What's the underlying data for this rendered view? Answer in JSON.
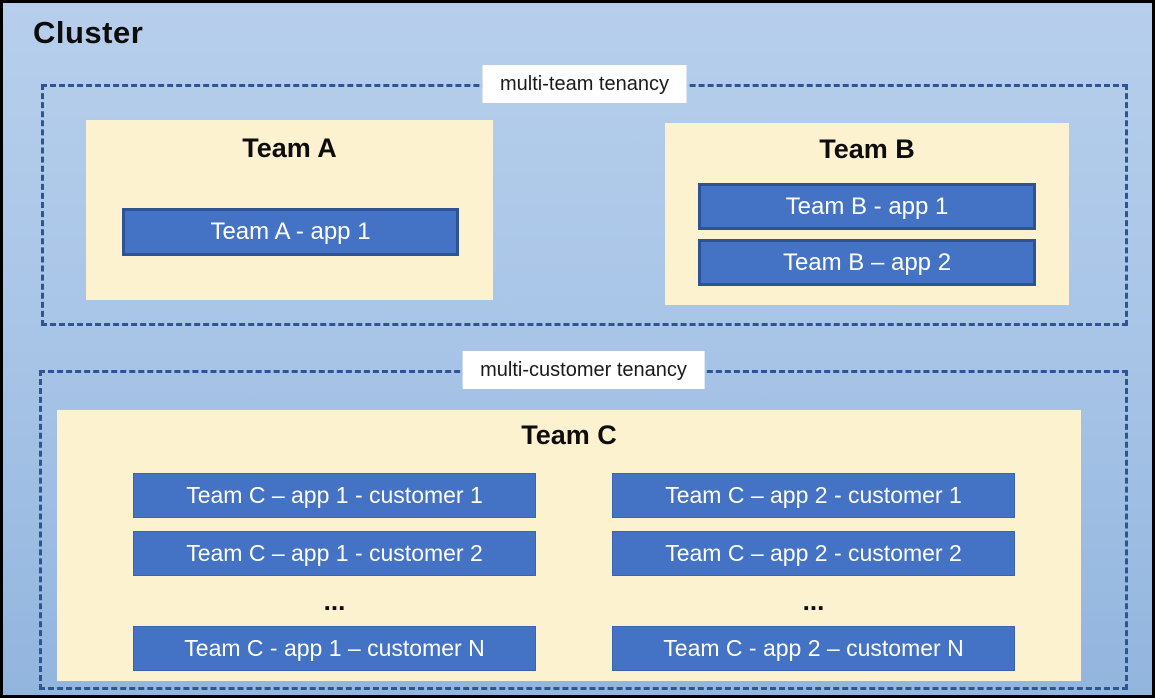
{
  "cluster": {
    "title": "Cluster",
    "sections": [
      {
        "label": "multi-team tenancy",
        "teams": [
          {
            "name": "Team A",
            "apps": [
              "Team A - app 1"
            ]
          },
          {
            "name": "Team B",
            "apps": [
              "Team B - app 1",
              "Team B – app 2"
            ]
          }
        ]
      },
      {
        "label": "multi-customer tenancy",
        "teams": [
          {
            "name": "Team C",
            "columns": [
              {
                "rows": [
                  "Team C – app 1 - customer 1",
                  "Team C – app 1 - customer 2"
                ],
                "ellipsis": "...",
                "last_row": "Team C - app 1 – customer N"
              },
              {
                "rows": [
                  "Team C – app 2 - customer 1",
                  "Team C – app 2 - customer 2"
                ],
                "ellipsis": "...",
                "last_row": "Team C - app 2 – customer N"
              }
            ]
          }
        ]
      }
    ],
    "colors": {
      "background_top": "#b7cfec",
      "background_bottom": "#92b5de",
      "team_panel_fill": "#fdf2cf",
      "app_box_fill": "#4472c4",
      "app_box_border": "#2e5395",
      "dashed_border": "#2f5496",
      "section_label_bg": "#ffffff",
      "outer_border": "#000000",
      "app_text": "#ffffff",
      "title_text": "#0d0d0d"
    }
  }
}
